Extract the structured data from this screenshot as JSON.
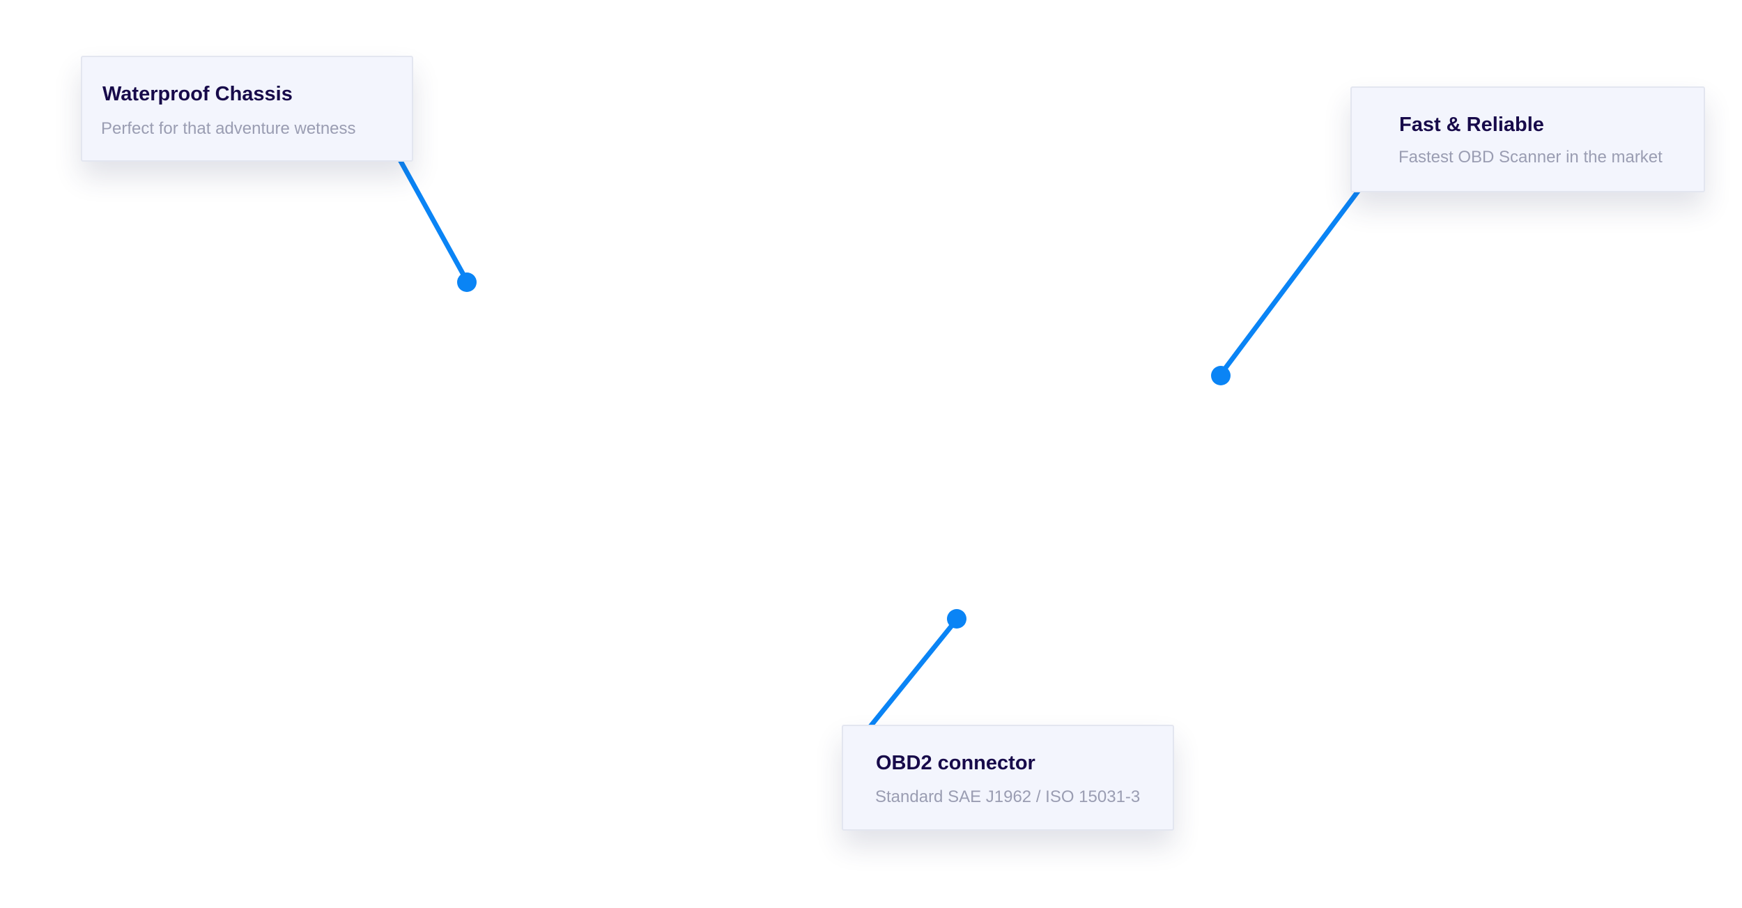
{
  "accent_color": "#0a84f5",
  "callouts": [
    {
      "title": "Waterproof Chassis",
      "subtitle": "Perfect for that adventure wetness"
    },
    {
      "title": "Fast & Reliable",
      "subtitle": "Fastest OBD Scanner in the market"
    },
    {
      "title": "OBD2 connector",
      "subtitle": "Standard SAE J1962 / ISO 15031-3"
    }
  ]
}
